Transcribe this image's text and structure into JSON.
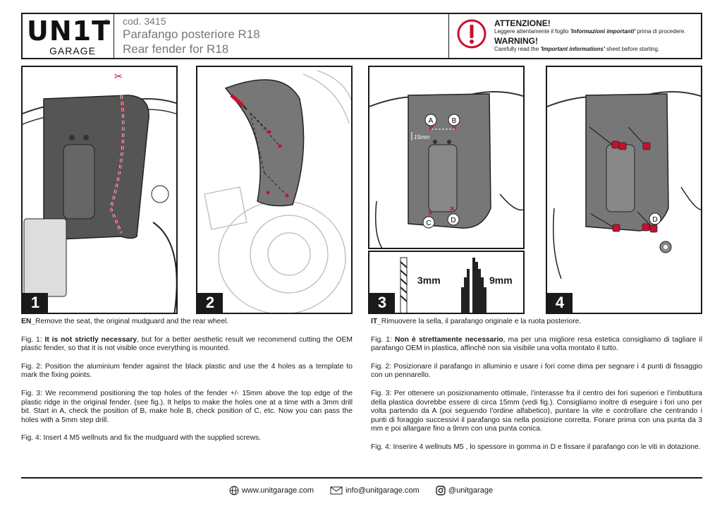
{
  "header": {
    "logo_main": "UN1T",
    "logo_reg": "®",
    "logo_sub": "GARAGE",
    "code": "cod. 3415",
    "title_it": "Parafango posteriore R18",
    "title_en": "Rear fender for R18",
    "warn_it_title": "ATTENZIONE!",
    "warn_it_pre": "Leggere attentamente il foglio ",
    "warn_it_em": "'Informazioni importanti'",
    "warn_it_post": " prima di procedere.",
    "warn_en_title": "WARNING!",
    "warn_en_pre": "Carefully read the ",
    "warn_en_em": "'Important informations'",
    "warn_en_post": " sheet before starting."
  },
  "figures": {
    "f1": "1",
    "f2": "2",
    "f3": "3",
    "f4": "4",
    "markers": {
      "a": "A",
      "b": "B",
      "c": "C",
      "d": "D"
    },
    "measure": "15mm",
    "drill_small": "3mm",
    "drill_step": "9mm"
  },
  "en": {
    "lead_label": "EN_",
    "lead_text": "Remove the seat, the original mudguard and the rear wheel.",
    "fig1_pre": "Fig. 1: ",
    "fig1_bold": "It is not strictly necessary",
    "fig1_post": ", but for a better aesthetic result we recommend cutting the OEM plastic fender, so that it is not visible once everything is mounted.",
    "fig2": "Fig. 2: Position the aluminium fender against the black plastic and use the 4 holes as a template to mark the fixing points.",
    "fig3": "Fig. 3: We recommend positioning the top holes of the fender +/- 15mm above the top edge of the plastic ridge in the original fender.  (see fig.). It helps to make the holes one at a time with a 3mm drill bit. Start in A, check the position of B, make hole B, check position of C, etc. Now you can pass the holes with a 5mm step drill.",
    "fig4": "Fig. 4: Insert 4 M5 wellnuts and fix the mudguard with the supplied screws."
  },
  "it": {
    "lead_label": "IT_",
    "lead_text": "Rimuovere la sella, il parafango originale e la ruota posteriore.",
    "fig1_pre": "Fig. 1: ",
    "fig1_bold": "Non è strettamente necessario",
    "fig1_post": ", ma per una migliore resa estetica consigliamo di tagliare il parafango OEM in plastica, affinchè non sia visibile una volta montato il tutto.",
    "fig2": "Fig. 2: Posizionare il parafango in alluminio e usare i fori come dima per segnare i 4 punti di fissaggio con un pennarello.",
    "fig3": "Fig. 3: Per ottenere un posizionamento ottimale, l’interasse fra il centro dei fori superiori e l’imbutitura della plastica dovrebbe essere di circa 15mm (vedi fig.). Consigliamo inoltre di eseguire i fori uno per volta partendo da A (poi seguendo l’ordine alfabetico), puntare la vite e controllare che centrando i punti di foraggio successivi il parafango sia nella posizione corretta. Forare prima con una punta da 3 mm e poi allargare fino a 9mm con una punta conica.",
    "fig4": "Fig. 4: Inserire 4 wellnuts M5 , lo spessore in gomma in D e fissare il parafango con le viti in dotazione."
  },
  "footer": {
    "web": "www.unitgarage.com",
    "email": "info@unitgarage.com",
    "instagram": "@unitgarage"
  }
}
